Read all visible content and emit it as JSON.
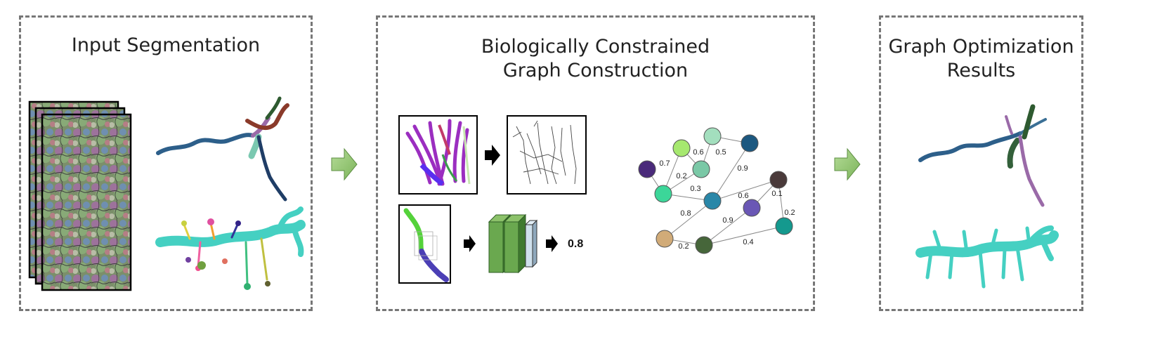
{
  "panels": {
    "input": {
      "title": "Input Segmentation"
    },
    "construction": {
      "title_line1": "Biologically Constrained",
      "title_line2": "Graph Construction"
    },
    "results": {
      "title_line1": "Graph Optimization",
      "title_line2": "Results"
    }
  },
  "classifier": {
    "score": "0.8"
  },
  "graph": {
    "nodes": [
      {
        "id": "n1",
        "color": "#4a2a7a"
      },
      {
        "id": "n2",
        "color": "#a6e86f"
      },
      {
        "id": "n3",
        "color": "#a3dfbe"
      },
      {
        "id": "n4",
        "color": "#1c5880"
      },
      {
        "id": "n5",
        "color": "#7ac8a6"
      },
      {
        "id": "n6",
        "color": "#3cd699"
      },
      {
        "id": "n7",
        "color": "#2a87a8"
      },
      {
        "id": "n8",
        "color": "#4a3a3a"
      },
      {
        "id": "n9",
        "color": "#6a57b5"
      },
      {
        "id": "n10",
        "color": "#14998e"
      },
      {
        "id": "n11",
        "color": "#d1ab78"
      },
      {
        "id": "n12",
        "color": "#46663a"
      }
    ],
    "edges": [
      {
        "from": "n1",
        "to": "n6",
        "weight": "0.7"
      },
      {
        "from": "n2",
        "to": "n5",
        "weight": "0.6"
      },
      {
        "from": "n3",
        "to": "n5",
        "weight": "0.5"
      },
      {
        "from": "n3",
        "to": "n4",
        "weight": ""
      },
      {
        "from": "n6",
        "to": "n2",
        "weight": "0.2"
      },
      {
        "from": "n6",
        "to": "n5",
        "weight": ""
      },
      {
        "from": "n6",
        "to": "n7",
        "weight": "0.3"
      },
      {
        "from": "n4",
        "to": "n7",
        "weight": "0.9"
      },
      {
        "from": "n7",
        "to": "n8",
        "weight": "0.6"
      },
      {
        "from": "n8",
        "to": "n9",
        "weight": "0.1"
      },
      {
        "from": "n8",
        "to": "n10",
        "weight": "0.2"
      },
      {
        "from": "n7",
        "to": "n11",
        "weight": "0.8"
      },
      {
        "from": "n9",
        "to": "n12",
        "weight": "0.9"
      },
      {
        "from": "n11",
        "to": "n12",
        "weight": "0.2"
      },
      {
        "from": "n12",
        "to": "n10",
        "weight": "0.4"
      }
    ]
  }
}
